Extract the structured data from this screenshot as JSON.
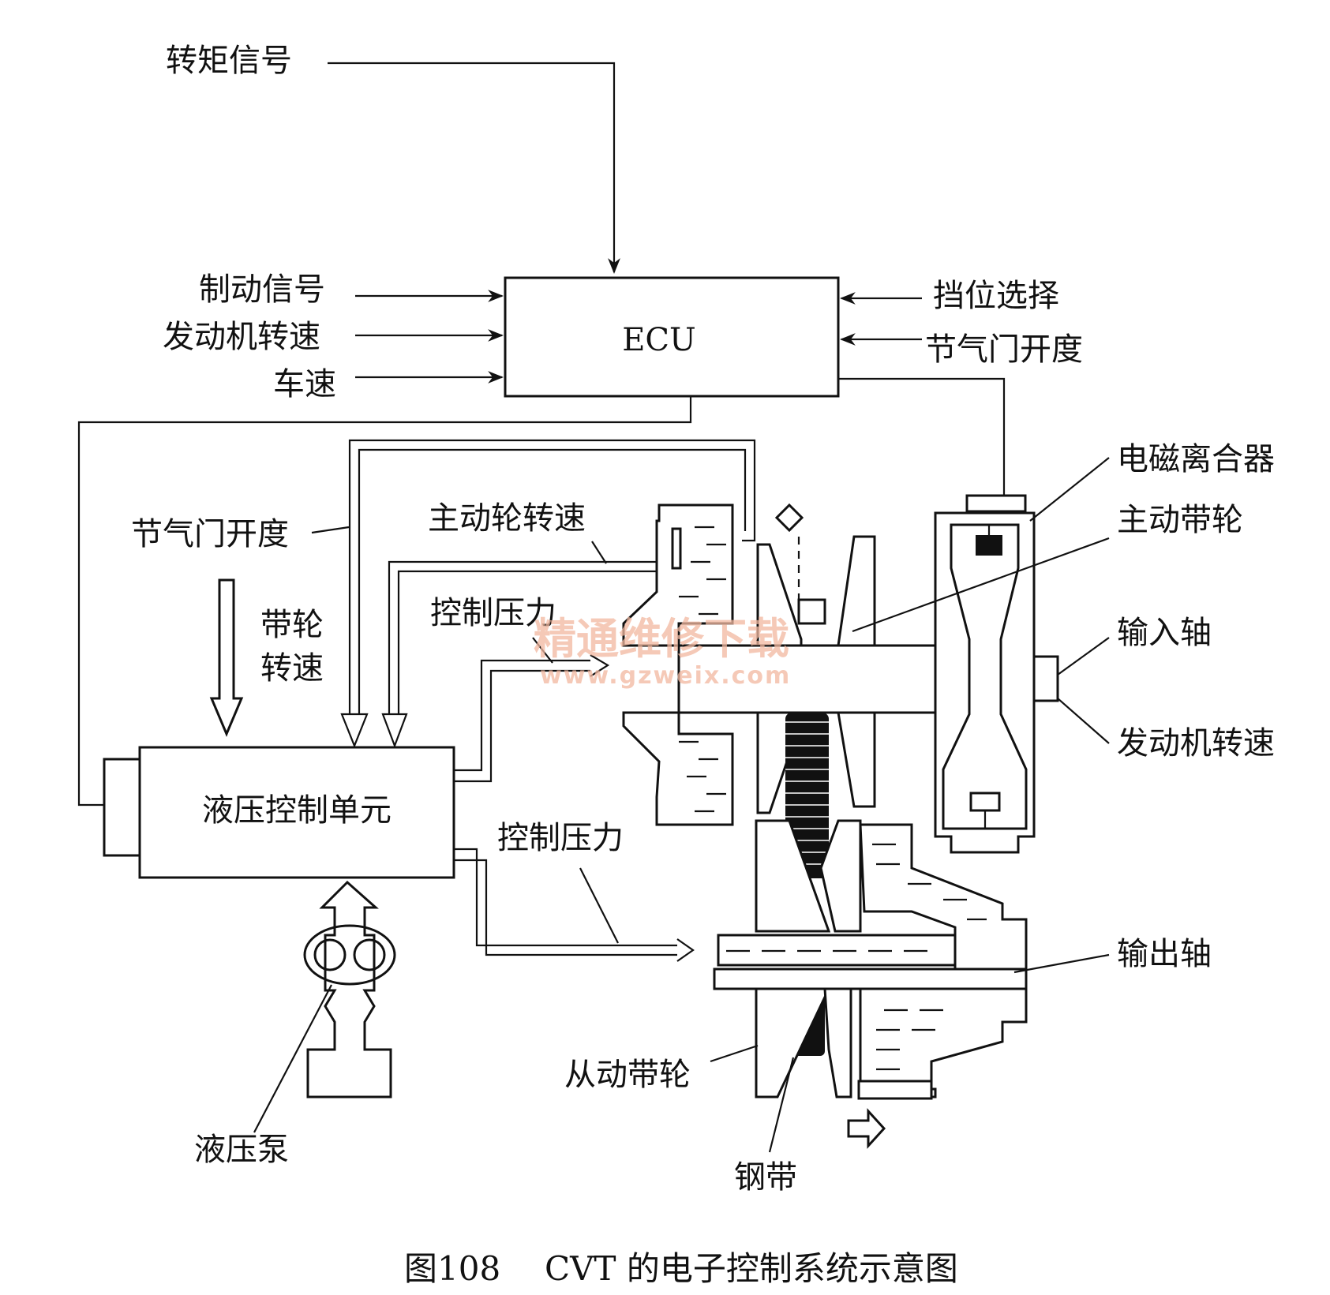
{
  "labels": {
    "torque_signal": "转矩信号",
    "brake_signal": "制动信号",
    "engine_speed_in": "发动机转速",
    "vehicle_speed": "车速",
    "gear_select": "挡位选择",
    "throttle_right": "节气门开度",
    "ecu": "ECU",
    "em_clutch": "电磁离合器",
    "primary_pulley": "主动带轮",
    "primary_speed": "主动轮转速",
    "throttle_left": "节气门开度",
    "pulley_speed_1": "带轮",
    "pulley_speed_2": "转速",
    "control_pressure_upper": "控制压力",
    "control_pressure_lower": "控制压力",
    "input_shaft": "输入轴",
    "engine_speed_out": "发动机转速",
    "hydraulic_unit": "液压控制单元",
    "output_shaft": "输出轴",
    "secondary_pulley": "从动带轮",
    "steel_belt": "钢带",
    "hydraulic_pump": "液压泵"
  },
  "watermark": {
    "cn": "精通维修下载",
    "url": "www.gzweix.com"
  },
  "caption": {
    "figure_no": "图108",
    "title": "CVT 的电子控制系统示意图"
  }
}
